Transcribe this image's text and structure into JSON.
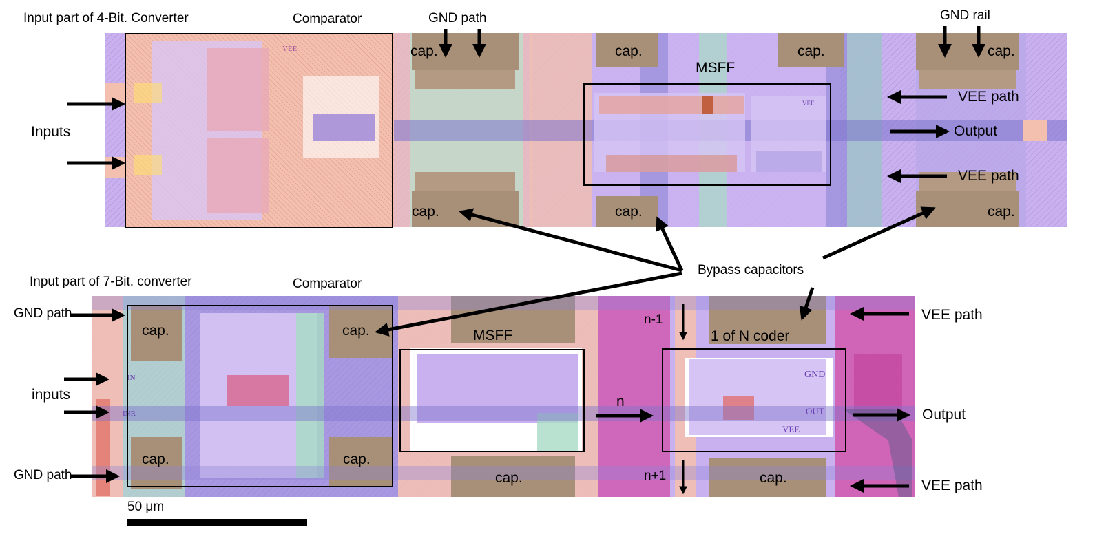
{
  "top": {
    "title": "Input part of 4-Bit. Converter",
    "comparator": "Comparator",
    "gnd_path": "GND path",
    "gnd_rail": "GND rail",
    "cap": "cap.",
    "msff": "MSFF",
    "inputs": "Inputs",
    "vee_path": "VEE path",
    "output": "Output"
  },
  "middle": {
    "bypass": "Bypass capacitors"
  },
  "bottom": {
    "title": "Input part of 7-Bit. converter",
    "comparator": "Comparator",
    "gnd_path": "GND path",
    "cap": "cap.",
    "msff": "MSFF",
    "inputs": "inputs",
    "n_minus": "n-1",
    "n": "n",
    "n_plus": "n+1",
    "coder": "1 of N coder",
    "vee_path": "VEE path",
    "output": "Output",
    "layout_text": {
      "gnd": "GND",
      "out": "OUT",
      "vee": "VEE",
      "in": "IN",
      "inr": "INR"
    }
  },
  "top_layout_text": {
    "vee": "VEE"
  },
  "scale": "50 μm",
  "colors": {
    "pink": "#f2b8a8",
    "violet": "#c5a8ee",
    "blue": "#8c84d6",
    "teal": "#a8dcc4",
    "brown": "#a89078",
    "magenta": "#d05cb0",
    "red": "#d86a6a"
  }
}
